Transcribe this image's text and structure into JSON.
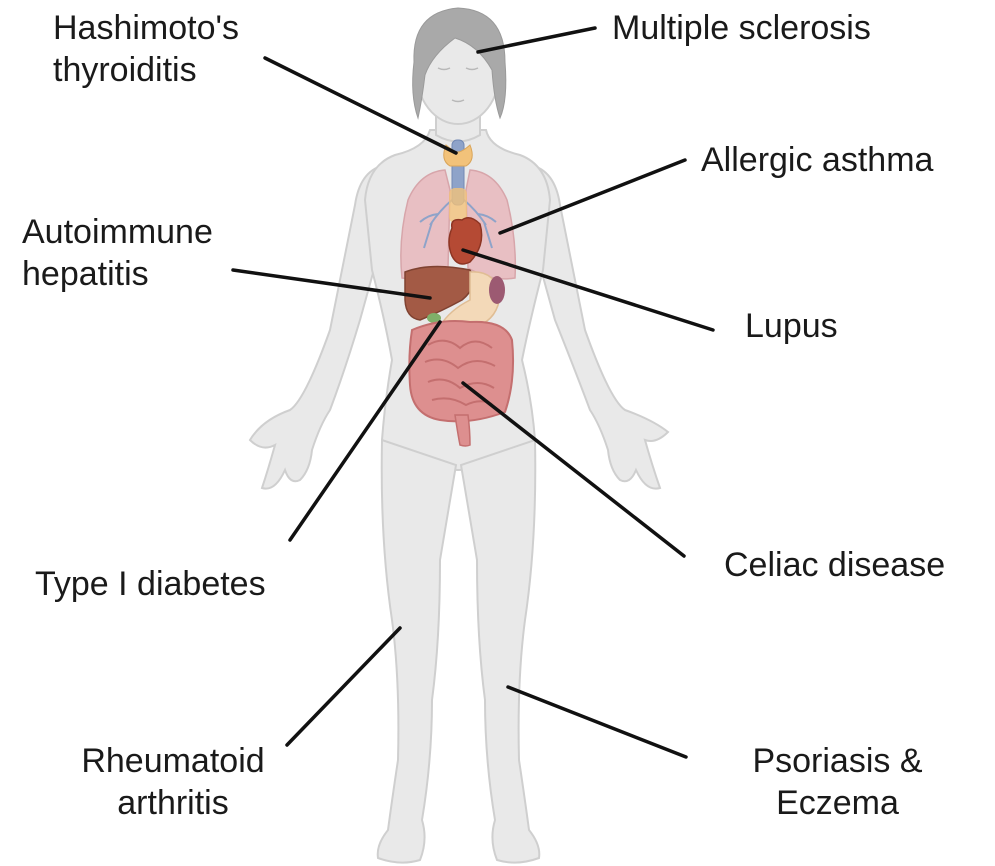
{
  "labels": {
    "hashimoto_line1": "Hashimoto's",
    "hashimoto_line2": "thyroiditis",
    "multiple_sclerosis": "Multiple sclerosis",
    "allergic_asthma": "Allergic asthma",
    "autoimmune_line1": "Autoimmune",
    "autoimmune_line2": "hepatitis",
    "lupus": "Lupus",
    "type1_diabetes": "Type I diabetes",
    "celiac": "Celiac disease",
    "rheumatoid_line1": "Rheumatoid",
    "rheumatoid_line2": "arthritis",
    "psoriasis_line1": "Psoriasis &",
    "psoriasis_line2": "Eczema"
  },
  "colors": {
    "body": "#e9e9e9",
    "body_outline": "#cfcfcf",
    "hair": "#a9a9a9",
    "lungs": "#e8bfc3",
    "bronchi": "#8ea3c9",
    "trachea": "#8ea3c9",
    "thyroid": "#f2c27a",
    "heart": "#b54a34",
    "liver": "#a35a45",
    "stomach": "#f3d9b8",
    "spleen": "#9c5a72",
    "intestine": "#dd8f8f",
    "leader_line": "#111111"
  }
}
